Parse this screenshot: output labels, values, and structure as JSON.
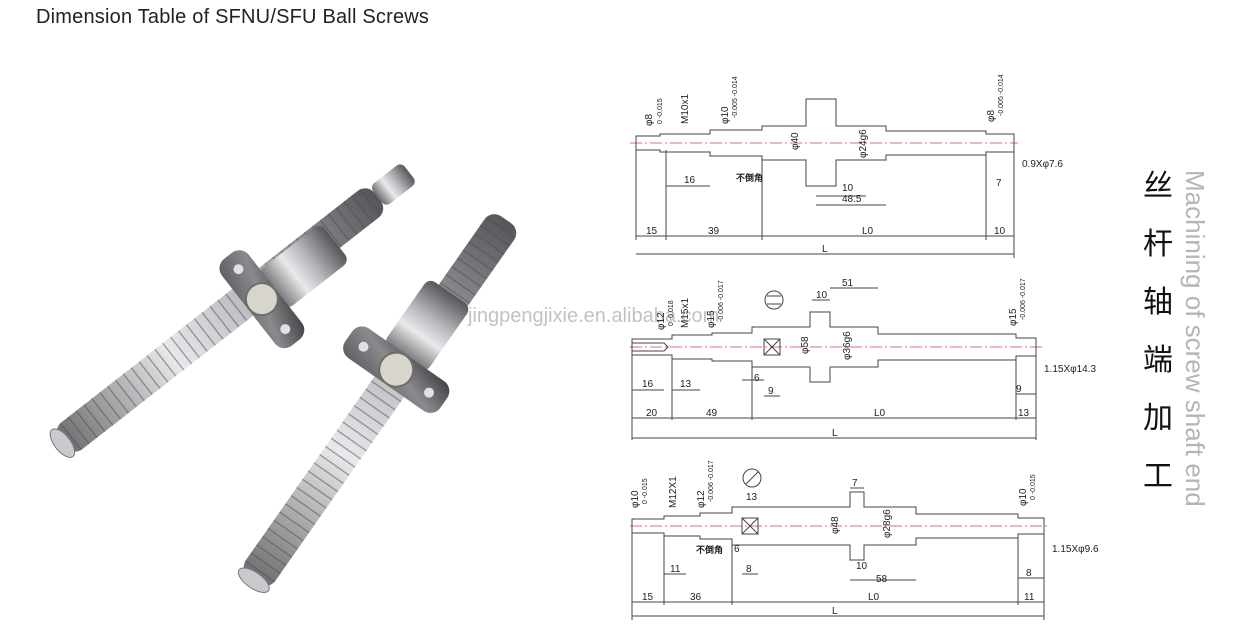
{
  "title": "Dimension Table of SFNU/SFU Ball Screws",
  "watermark": "jingpengjixie.en.alibaba.com",
  "side_text": {
    "chinese_chars": [
      "丝",
      "杆",
      "轴",
      "端",
      "加",
      "工"
    ],
    "english": "Machining of screw shaft end"
  },
  "drawing1": {
    "labels": {
      "d_left": "φ8",
      "d_left_tol": "0  -0.015",
      "thread": "M10x1",
      "d_bearing": "φ10",
      "d_bearing_tol": "-0.005 -0.014",
      "d_shaft": "φ40",
      "d_nut": "φ24g6",
      "d_right": "φ8",
      "d_right_tol": "-0.005 -0.014",
      "groove": "0.9Xφ7.6",
      "no_chamfer": "不倒角",
      "dim_16": "16",
      "dim_10": "10",
      "dim_48_5": "48.5",
      "dim_7": "7",
      "dim_15": "15",
      "dim_39": "39",
      "dim_L0": "L0",
      "dim_10b": "10",
      "dim_L": "L"
    }
  },
  "drawing2": {
    "labels": {
      "d_left": "φ12",
      "d_left_tol": "0  -0.018",
      "thread": "M15x1",
      "d_bearing": "φ15",
      "d_bearing_tol": "-0.006 -0.017",
      "d_flange": "φ58",
      "d_nut": "φ36g6",
      "d_right": "φ15",
      "d_right_tol": "-0.006 -0.017",
      "groove": "1.15Xφ14.3",
      "dim_51": "51",
      "dim_10": "10",
      "dim_16": "16",
      "dim_13": "13",
      "dim_6": "6",
      "dim_9": "9",
      "dim_9b": "9",
      "dim_20": "20",
      "dim_49": "49",
      "dim_L0": "L0",
      "dim_13b": "13",
      "dim_L": "L"
    }
  },
  "drawing3": {
    "labels": {
      "d_left": "φ10",
      "d_left_tol": "0  -0.015",
      "thread": "M12X1",
      "d_bearing": "φ12",
      "d_bearing_tol": "-0.006 -0.017",
      "d_flange": "φ48",
      "d_nut": "φ28g6",
      "d_right": "φ10",
      "d_right_tol": "0  -0.015",
      "groove": "1.15Xφ9.6",
      "no_chamfer": "不倒角",
      "dim_13": "13",
      "dim_7": "7",
      "dim_11": "11",
      "dim_6": "6",
      "dim_8": "8",
      "dim_10": "10",
      "dim_58": "58",
      "dim_8b": "8",
      "dim_15": "15",
      "dim_36": "36",
      "dim_L0": "L0",
      "dim_11b": "11",
      "dim_L": "L"
    }
  }
}
